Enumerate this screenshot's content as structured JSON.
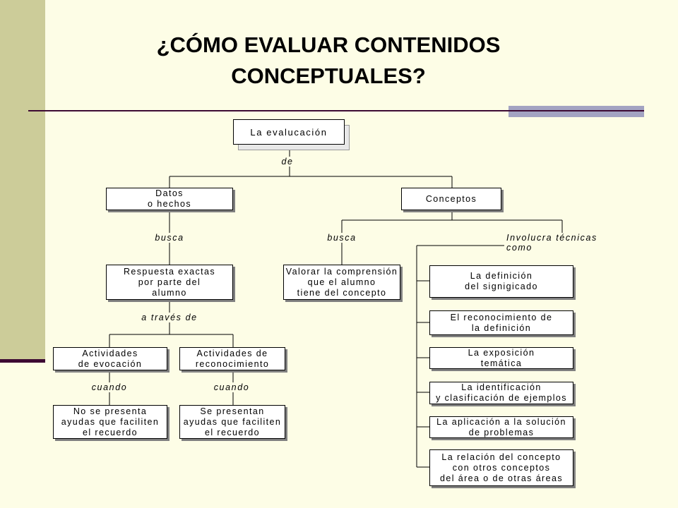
{
  "slide": {
    "title": "¿CÓMO EVALUAR CONTENIDOS CONCEPTUALES?"
  },
  "diagram": {
    "root": "La evalucación",
    "edge_de": "de",
    "datos": "Datos\no hechos",
    "conceptos": "Conceptos",
    "busca_left": "busca",
    "busca_right": "busca",
    "involucra": "Involucra técnicas como",
    "respuesta": "Respuesta exactas\npor parte del\nalumno",
    "valorar": "Valorar la comprensión\nque el alumno\ntiene del concepto",
    "a_traves": "a través de",
    "act_evocacion": "Actividades\nde evocación",
    "act_reconocimiento": "Actividades de\nreconocimiento",
    "cuando_left": "cuando",
    "cuando_right": "cuando",
    "no_presenta": "No se presenta\nayudas que faciliten\nel recuerdo",
    "si_presenta": "Se presentan\nayudas que faciliten\nel recuerdo",
    "tecnicas": [
      "La definición\ndel signigicado",
      "El reconocimiento de\nla definición",
      "La exposición\ntemática",
      "La identificación\ny clasificación de ejemplos",
      "La aplicación a la solución\nde problemas",
      "La relación del concepto\ncon otros conceptos\ndel área o de otras áreas"
    ]
  }
}
